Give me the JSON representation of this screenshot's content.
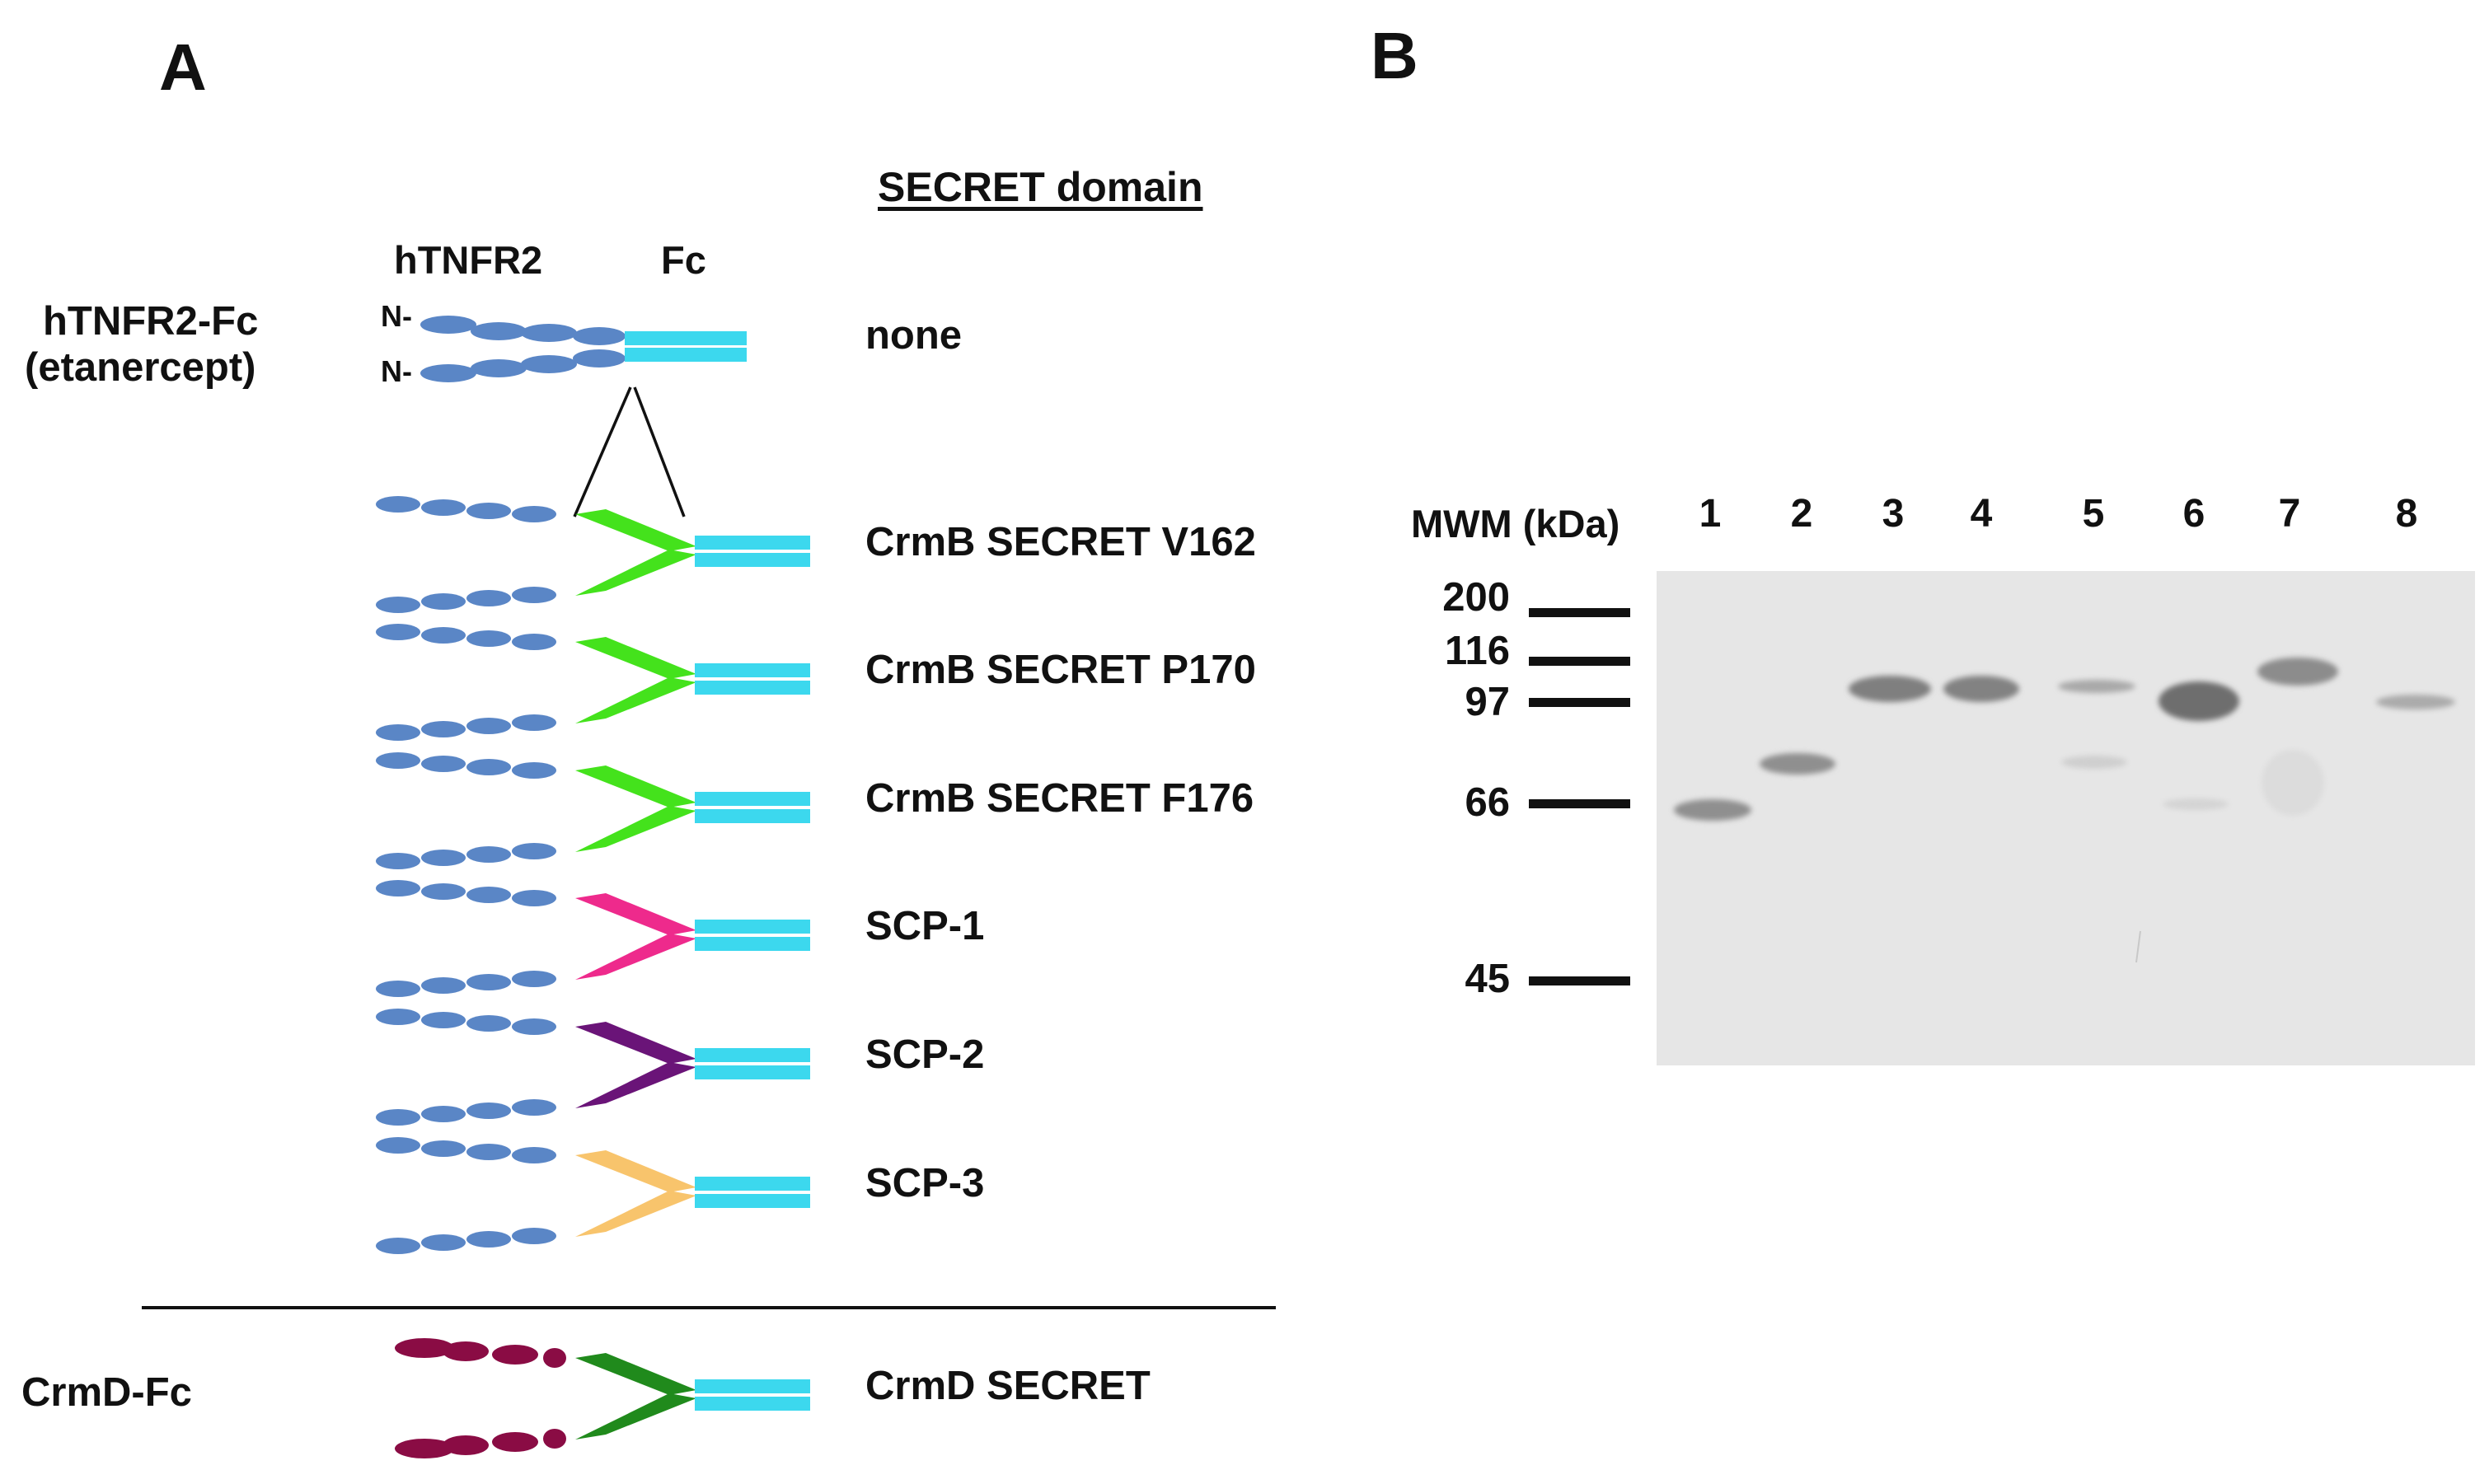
{
  "panel_a": {
    "label": "A",
    "secret_header": "SECRET domain",
    "col_htnfr2": "hTNFR2",
    "col_fc": "Fc",
    "n_terminus": "N-",
    "group1_name": "hTNFR2-Fc",
    "group1_sub": "(etanercept)",
    "group2_name": "CrmD-Fc",
    "constructs": [
      {
        "label": "none",
        "secret_color": null
      },
      {
        "label": "CrmB SECRET V162",
        "secret_color": "#44e21c"
      },
      {
        "label": "CrmB SECRET P170",
        "secret_color": "#44e21c"
      },
      {
        "label": "CrmB SECRET F176",
        "secret_color": "#44e21c"
      },
      {
        "label": "SCP-1",
        "secret_color": "#ee2a8c"
      },
      {
        "label": "SCP-2",
        "secret_color": "#6a1478"
      },
      {
        "label": "SCP-3",
        "secret_color": "#f8c46c"
      },
      {
        "label": "CrmD SECRET",
        "secret_color": "#208a1c"
      }
    ],
    "colors": {
      "htnfr2_domain": "#5a86c6",
      "crmd_domain": "#8a0c44",
      "fc": "#3cd8ee"
    }
  },
  "panel_b": {
    "label": "B",
    "mwm_header": "MWM (kDa)",
    "markers": [
      "200",
      "116",
      "97",
      "66",
      "45"
    ],
    "lanes": [
      "1",
      "2",
      "3",
      "4",
      "5",
      "6",
      "7",
      "8"
    ],
    "gel_color": "#e6e6e6"
  }
}
